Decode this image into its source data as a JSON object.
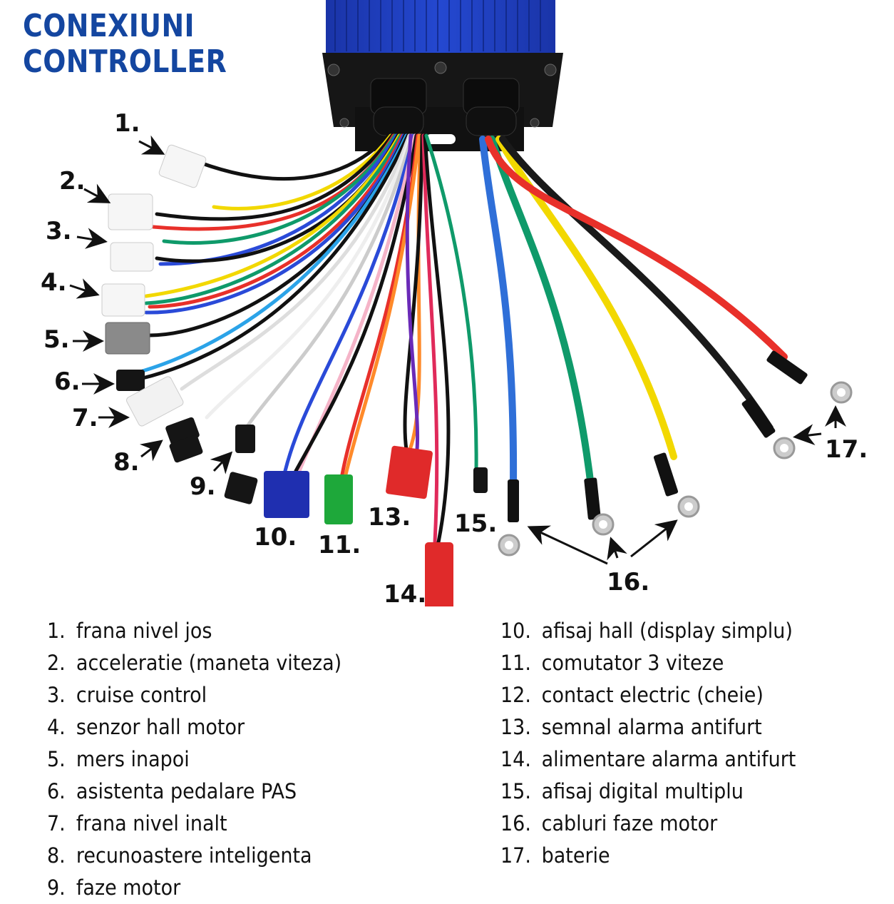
{
  "title": {
    "line1": "CONEXIUNI",
    "line2": "CONTROLLER",
    "color": "#1446a0"
  },
  "device": {
    "housing_color": "#1e3fb8",
    "endcap_color": "#151515"
  },
  "callouts": [
    {
      "number": "1."
    },
    {
      "number": "2."
    },
    {
      "number": "3."
    },
    {
      "number": "4."
    },
    {
      "number": "5."
    },
    {
      "number": "6."
    },
    {
      "number": "7."
    },
    {
      "number": "8."
    },
    {
      "number": "9."
    },
    {
      "number": "10."
    },
    {
      "number": "11."
    },
    {
      "number": "13."
    },
    {
      "number": "14."
    },
    {
      "number": "15."
    },
    {
      "number": "16."
    },
    {
      "number": "17."
    }
  ],
  "legend": {
    "left": [
      {
        "number": "1.",
        "label": "frana nivel jos"
      },
      {
        "number": "2.",
        "label": "acceleratie (maneta viteza)"
      },
      {
        "number": "3.",
        "label": "cruise control"
      },
      {
        "number": "4.",
        "label": "senzor hall motor"
      },
      {
        "number": "5.",
        "label": "mers inapoi"
      },
      {
        "number": "6.",
        "label": "asistenta pedalare PAS"
      },
      {
        "number": "7.",
        "label": "frana nivel inalt"
      },
      {
        "number": "8.",
        "label": "recunoastere inteligenta"
      },
      {
        "number": "9.",
        "label": "faze motor"
      }
    ],
    "right": [
      {
        "number": "10.",
        "label": "afisaj hall (display simplu)"
      },
      {
        "number": "11.",
        "label": "comutator 3 viteze"
      },
      {
        "number": "12.",
        "label": "contact electric (cheie)"
      },
      {
        "number": "13.",
        "label": "semnal alarma antifurt"
      },
      {
        "number": "14.",
        "label": "alimentare alarma antifurt"
      },
      {
        "number": "15.",
        "label": "afisaj digital multiplu"
      },
      {
        "number": "16.",
        "label": "cabluri faze motor"
      },
      {
        "number": "17.",
        "label": "baterie"
      }
    ]
  },
  "phase_cables": [
    {
      "name": "blue",
      "color": "#2f6fd8"
    },
    {
      "name": "green",
      "color": "#0f9a6a"
    },
    {
      "name": "yellow",
      "color": "#f2d800"
    }
  ],
  "battery_cables": [
    {
      "name": "black",
      "color": "#1a1a1a"
    },
    {
      "name": "red",
      "color": "#e8302a"
    }
  ]
}
